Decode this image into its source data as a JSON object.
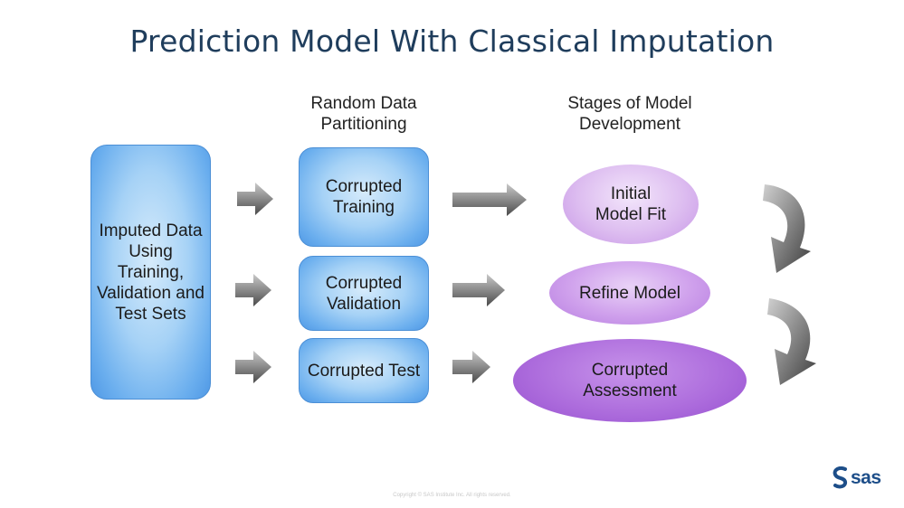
{
  "title": "Prediction Model With Classical Imputation",
  "columns": {
    "partitioning": "Random Data Partitioning",
    "stages": "Stages of Model Development"
  },
  "left_box": "Imputed Data Using Training, Validation and Test Sets",
  "partitions": {
    "training": "Corrupted Training",
    "validation": "Corrupted Validation",
    "test": "Corrupted Test"
  },
  "stages": {
    "initial": "Initial Model Fit",
    "refine": "Refine Model",
    "assessment": "Corrupted Assessment"
  },
  "footer": {
    "copyright": "Copyright © SAS Institute Inc. All rights reserved.",
    "logo": "sas"
  },
  "colors": {
    "title": "#1f3d5c",
    "blue_box": "#6aaeee",
    "purple_light": "#ddbdf0",
    "purple_dark": "#9650cf",
    "arrow": "#6e6e6e"
  },
  "icons": [
    "right-arrow-icon",
    "curved-down-arrow-icon",
    "sas-logo-icon"
  ]
}
